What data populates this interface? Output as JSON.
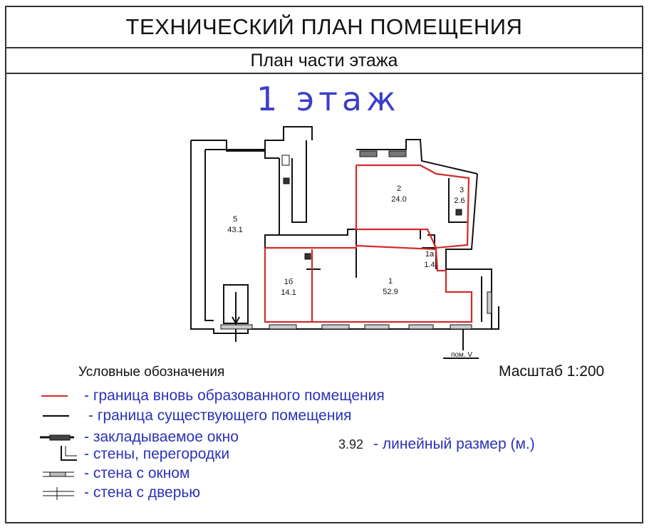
{
  "header": {
    "title": "ТЕХНИЧЕСКИЙ ПЛАН ПОМЕЩЕНИЯ",
    "subtitle": "План части этажа"
  },
  "floor": {
    "title": "1 этаж"
  },
  "rooms": [
    {
      "number": "5",
      "area": "43.1"
    },
    {
      "number": "2",
      "area": "24.0"
    },
    {
      "number": "3",
      "area": "2.6"
    },
    {
      "number": "1а",
      "area": "1.4"
    },
    {
      "number": "1б",
      "area": "14.1"
    },
    {
      "number": "1",
      "area": "52.9"
    }
  ],
  "plan_labels": {
    "room_ref": "пом. V"
  },
  "legend": {
    "heading": "Условные обозначения",
    "scale": "Масштаб 1:200",
    "items": [
      {
        "symbol": "red-line",
        "text": "- граница вновь образованного помещения"
      },
      {
        "symbol": "black-line",
        "text": "- граница существующего помещения"
      },
      {
        "symbol": "bricked-window",
        "text": "- закладываемое окно"
      },
      {
        "symbol": "wall-corner",
        "text": "- стены, перегородки"
      },
      {
        "symbol": "wall-window",
        "text": "- стена с окном"
      },
      {
        "symbol": "wall-door",
        "text": "- стена с дверью"
      }
    ],
    "dimension_example": {
      "value": "3.92",
      "text": "- линейный размер (м.)"
    }
  },
  "colors": {
    "new_boundary": "#d42a2a",
    "existing_boundary": "#111111",
    "legend_text": "#2a32b8"
  }
}
